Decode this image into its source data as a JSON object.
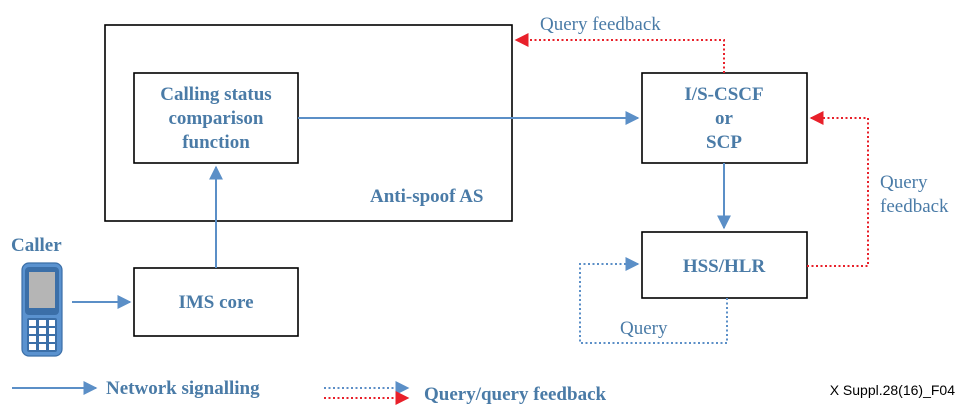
{
  "boxes": {
    "anti_spoof_as": "Anti-spoof AS",
    "comparison_function": [
      "Calling status",
      "comparison",
      "function"
    ],
    "cscf": [
      "I/S-CSCF",
      "or",
      "SCP"
    ],
    "hss": "HSS/HLR",
    "ims_core": "IMS core"
  },
  "labels": {
    "caller": "Caller",
    "query_feedback_top": "Query feedback",
    "query_feedback_right": [
      "Query",
      "feedback"
    ],
    "query_loop": "Query"
  },
  "legend": {
    "network_signalling": "Network signalling",
    "query_feedback": "Query/query feedback"
  },
  "figure_id": "X Suppl.28(16)_F04",
  "colors": {
    "signal_blue": "#5b8fc7",
    "feedback_red": "#e8202a",
    "text_blue": "#4a7ba7"
  },
  "icons": {
    "caller": "mobile-phone-icon"
  }
}
